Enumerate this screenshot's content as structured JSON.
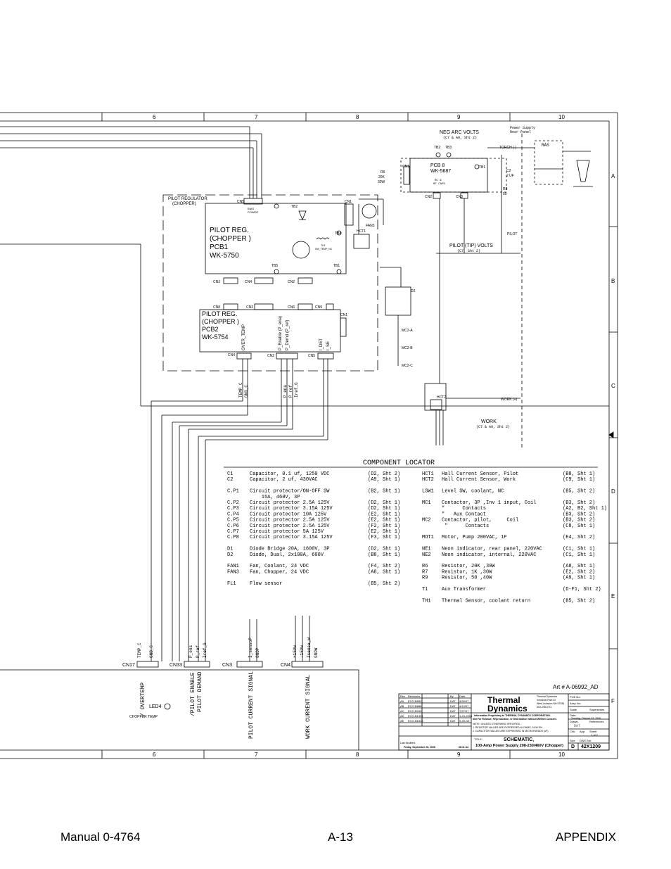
{
  "frame": {
    "top_cols": [
      "6",
      "7",
      "8",
      "9",
      "10"
    ],
    "bottom_cols": [
      "6",
      "7",
      "8",
      "9",
      "10"
    ],
    "rows": [
      "A",
      "B",
      "C",
      "D",
      "E",
      "F"
    ]
  },
  "labels": {
    "neg_arc_volts": "NEG ARC VOLTS",
    "neg_arc_ref": "(C7 & A9, Sht 2)",
    "power_supply_rear_panel_1": "Power Supply",
    "power_supply_rear_panel_2": "Rear Panel",
    "ras": "RAS",
    "torch": "TORCH (-)",
    "tb2": "TB2",
    "tb3": "TB3",
    "tb1": "TB1",
    "cn1": "CN1",
    "cn2": "CN2",
    "cn3": "CN3",
    "pcb8": "PCB 8",
    "wk5687": "WK-5687",
    "rc_rf_caps_1": "RC &",
    "rc_rf_caps_2": "RF CAPS",
    "r6": "R6",
    "r6_val1": "20K",
    "r6_val2": "30W",
    "c2": "C2",
    "c2_val": "2 UF",
    "r9": "R9",
    "r9_val": "50",
    "pilot": "PILOT",
    "pilot_tip_volts": "PILOT (TIP) VOLTS",
    "pilot_tip_ref": "(C7, Sht 2)",
    "pilot_regulator_box_1": "PILOT REGULATOR",
    "pilot_regulator_box_2": "(CHOPPER)",
    "cn5": "CN5",
    "bias_power_1": "BIAS",
    "bias_power_2": "POWER",
    "pcb1_1": "PILOT REG.",
    "pcb1_2": "(CHOPPER )",
    "pcb1_3": "PCB1",
    "pcb1_4": "WK-5750",
    "tb4": "TB4",
    "tb5": "TB5",
    "th1": "TH1",
    "sw_temp_nc": "SW_TEMP_NC",
    "fan3": "FAN3",
    "hct1": "HCT1",
    "cn3b": "CN3",
    "cn4": "CN4",
    "cn2b": "CN2",
    "cn8": "CN8",
    "cn6": "CN6",
    "cn9": "CN9",
    "pcb2_1": "PILOT REG.",
    "pcb2_2": "(CHOPPER )",
    "pcb2_3": "PCB2",
    "pcb2_4": "WK-5754",
    "over_temp": "OVER_TEMP",
    "p_enable": "P_Enable (P_ena)",
    "p_demand": "P_Demd (P_ref)",
    "i_det": "I_DET",
    "i_se": "I_SE",
    "cn4b": "CN4",
    "cn2c": "CN2",
    "cn5b": "CN5",
    "cn1b": "CN1",
    "d2": "D2",
    "mc2a": "MC2-A",
    "mc2b": "MC2-B",
    "mc2c": "MC2-C",
    "hct2": "HCT2",
    "work_plus": "WORK (+)",
    "work": "WORK",
    "work_ref": "(C7 & A9, Sht 2)",
    "temp_c": "TEMP_C",
    "gnd_c": "GND_C",
    "p_ena": "P_ena",
    "p_ref": "P_ref",
    "iref_g": "Iref_G",
    "cn17": "CN17",
    "cn33": "CN33",
    "cn3c": "CN3",
    "cn4c": "CN4",
    "temp_c2": "TEMP_C",
    "gnd_c2": "GND_C",
    "p_ena2": "P_ena",
    "p_ref2": "P_ref",
    "iref_g2": "Iref_G",
    "i_sense": "I_sensoP",
    "gnd_p": "GNDP",
    "v15p": "+15Vw",
    "v15n": "-15Vw",
    "isense_w": "Isense_W",
    "gnd_w": "GNDW",
    "overtemp_sig": "/ OVERTEMP",
    "pilot_enable_sig": "/PILOT ENABLE",
    "pilot_demand_sig": "PILOT DEMAND",
    "pilot_current_sig": "PILOT CURRENT SIGNAL",
    "work_current_sig": "WORK CURRENT SIGNAL",
    "led4": "LED4",
    "chopper_temp": "CHOPPER TEMP",
    "art_no": "Art # A-06992_AD"
  },
  "locator": {
    "title": "COMPONENT LOCATOR",
    "left": [
      [
        "C1",
        "Capacitor, 0.1 uf, 1250 VDC",
        "(D2, Sht 2)"
      ],
      [
        "C2",
        "Capacitor, 2 uf, 430VAC",
        "(A9, Sht 1)"
      ],
      [
        "",
        "",
        ""
      ],
      [
        "C.P1",
        "Circuit protector/ON-OFF SW",
        "(B2, Sht 1)"
      ],
      [
        "",
        "    15A, 460V, 3P",
        ""
      ],
      [
        "C.P2",
        "Circuit protector 2.5A 125V",
        "(D2, Sht 1)"
      ],
      [
        "C.P3",
        "Circuit protector 3.15A 125V",
        "(D2, Sht 1)"
      ],
      [
        "C.P4",
        "Circuit protector 10A 125V",
        "(E2, Sht 1)"
      ],
      [
        "C.P5",
        "Circuit protector 2.5A 125V",
        "(E2, Sht 1)"
      ],
      [
        "C.P6",
        "Circuit protector 2.5A 125V",
        "(F2, Sht 1)"
      ],
      [
        "C.P7",
        "Circuit protector 5A 125V",
        "(E2, Sht 1)"
      ],
      [
        "C.P8",
        "Circuit protector 3.15A 125V",
        "(F3, Sht 1)"
      ],
      [
        "",
        "",
        ""
      ],
      [
        "D1",
        "Diode Bridge 20A, 1600V, 3P",
        "(D2, Sht 1)"
      ],
      [
        "D2",
        "Diode, Dual, 2x100A, 600V",
        "(B8, Sht 1)"
      ],
      [
        "",
        "",
        ""
      ],
      [
        "FAN1",
        "Fan, Coolant, 24 VDC",
        "(F4, Sht 2)"
      ],
      [
        "FAN3",
        "Fan, Chopper, 24 VDC",
        "(A8, Sht 1)"
      ],
      [
        "",
        "",
        ""
      ],
      [
        "FL1",
        "Flow sensor",
        "(B5, Sht 2)"
      ]
    ],
    "right": [
      [
        "HCT1",
        "Hall Current Sensor, Pilot",
        "(B8, Sht 1)"
      ],
      [
        "HCT2",
        "Hall Current Sensor, Work",
        "(C9, Sht 1)"
      ],
      [
        "",
        "",
        ""
      ],
      [
        "LSW1",
        "Level SW, coolant, NC",
        "(B5, Sht 2)"
      ],
      [
        "",
        "",
        ""
      ],
      [
        "MC1",
        "Contactor, 3P ,Inv 1 input, Coil",
        "(B3, Sht 2)"
      ],
      [
        "",
        "\"      Contacts",
        "(A2, B2, Sht 1)"
      ],
      [
        "",
        "\"   Aux Contact",
        "(B3, Sht 2)"
      ],
      [
        "MC2",
        "Contactor, pilot,     Coil",
        "(B3, Sht 2)"
      ],
      [
        "",
        " \"      Contacts",
        "(C8, Sht 1)"
      ],
      [
        "",
        "",
        ""
      ],
      [
        "MOT1",
        "Motor, Pump 200VAC, 1P",
        "(E4, Sht 2)"
      ],
      [
        "",
        "",
        ""
      ],
      [
        "NE1",
        "Neon indicator, rear panel, 220VAC",
        "(C1, Sht 1)"
      ],
      [
        "NE2",
        "Neon indicator, internal, 220VAC",
        "(C1, Sht 1)"
      ],
      [
        "",
        "",
        ""
      ],
      [
        "R6",
        "Resistor, 20K ,30W",
        "(A8, Sht 1)"
      ],
      [
        "R7",
        "Resistor, 1K ,30W",
        "(E2, Sht 2)"
      ],
      [
        "R9",
        "Resistor, 50 ,40W",
        "(A9, Sht 1)"
      ],
      [
        "",
        "",
        ""
      ],
      [
        "T1",
        "Aux Transformer",
        "(D-F1, Sht 2)"
      ],
      [
        "",
        "",
        ""
      ],
      [
        "TH1",
        "Thermal Sensor, coolant return",
        "(B5, Sht 2)"
      ]
    ]
  },
  "title_block": {
    "rev_header": [
      "Rev",
      "Revisions",
      "By",
      "Date"
    ],
    "revisions": [
      [
        "AA",
        "ECO-B852",
        "DAT",
        "3/26/07"
      ],
      [
        "AB",
        "ECO-B886",
        "DAT",
        "4/13/07"
      ],
      [
        "AC",
        "ECO-B940",
        "DAT",
        "7/27/07"
      ],
      [
        "AD",
        "ECO-B1391",
        "DAT",
        "1-24-2008"
      ],
      [
        "AE",
        "ECO-B1535",
        "DAT",
        "9-25-08"
      ]
    ],
    "company_1": "Thermal",
    "company_2": "Dynamics",
    "address_1": "Thermal Dynamics",
    "address_2": "Industrial Park #2",
    "address_3": "West Lebanon NH 03784",
    "address_4": "603-298-5711",
    "proprietary_1": "Information Proprietary to THERMAL DYNAMICS CORPORATION.",
    "proprietary_2": "Not For Release, Reproduction, or Distribution without Written Consent.",
    "note_1": "NOTE: UNLESS OTHERWISE SPECIFIED -",
    "note_2": "1. RESISTOR VALUES ARE EXPRESSED IN OHMS, 1/4W 5%.",
    "note_3": "2. CAPACITOR VALUES ARE EXPRESSED IN MICROFARADS (uF).",
    "pcb_no": "PCB No:",
    "assy_no": "Assy No:",
    "scale": "Scale",
    "supersedes": "Supersedes",
    "date_label": "Date:",
    "date_val": "Tuesday, October 03, 2006",
    "drawn": "Drawn:",
    "drawn_val": "DAT",
    "references": "References",
    "chk": "Chk:",
    "app": "App:",
    "sheet": "Sheet",
    "sheet_val": "1  of  2",
    "title_label": "TITLE:",
    "title_1": "SCHEMATIC,",
    "title_2": "100-Amp Power Supply 208-230/460V (Chopper)",
    "last_modified": "Last Modified:",
    "modified_val": "Friday, September 26, 2008",
    "time_val": "08:11:44",
    "size_label": "Size",
    "size_val": "D",
    "dwg_label": "DWG No:",
    "dwg_val": "42X1209"
  },
  "footer": {
    "left": "Manual  0-4764",
    "center": "A-13",
    "right": "APPENDIX"
  }
}
